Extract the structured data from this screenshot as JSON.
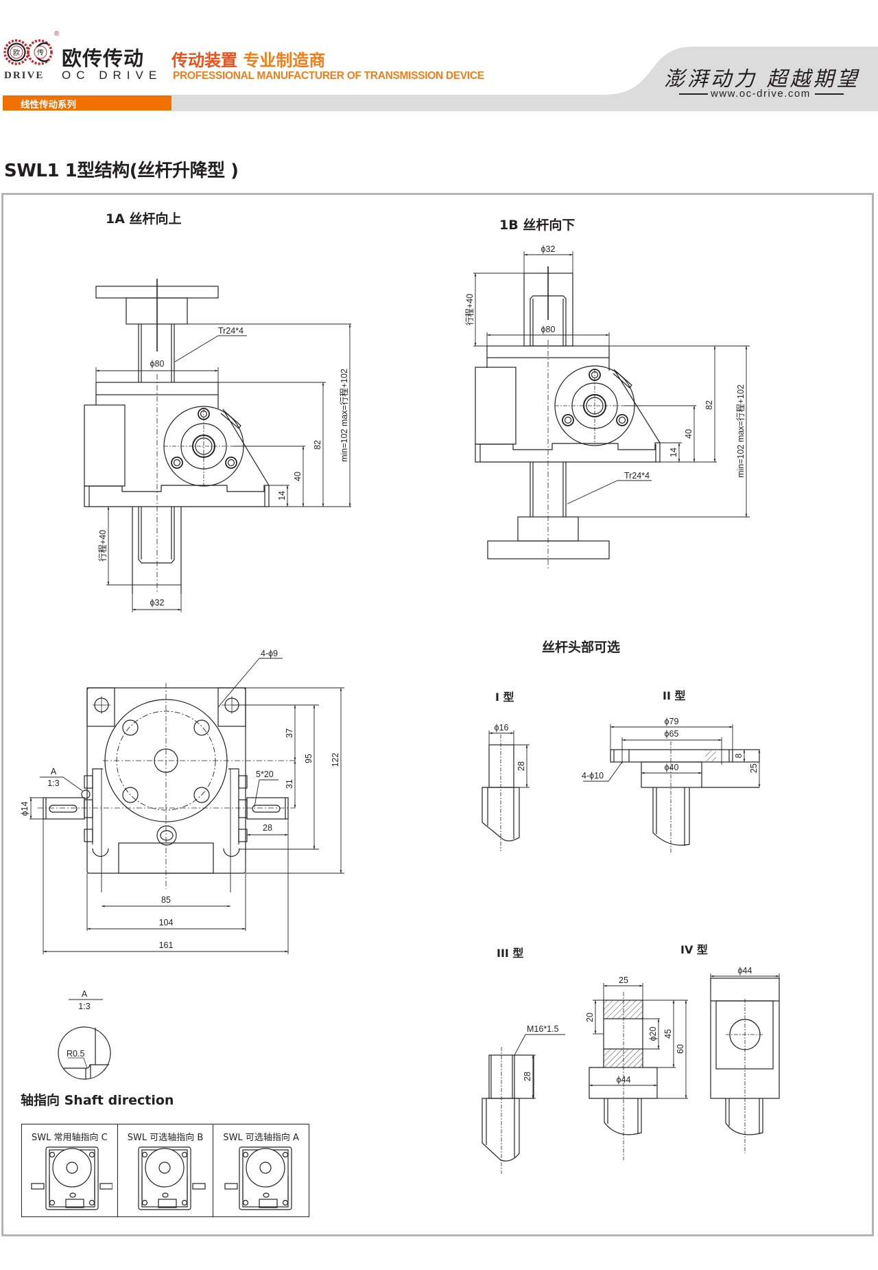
{
  "header": {
    "logo": {
      "mark_left_char": "欧",
      "mark_right_char": "传",
      "registered": "®",
      "name_cn": "欧传传动",
      "drive_word": "DRIVE",
      "name_en": "OC DRIVE"
    },
    "tagline_cn_part1": "传动装置",
    "tagline_cn_part2": " 专业制造商",
    "tagline_en": "PROFESSIONAL MANUFACTURER OF TRANSMISSION DEVICE",
    "series_label": "线性传动系列",
    "slogan": "澎湃动力 超越期望",
    "website": "www.oc-drive.com",
    "colors": {
      "brand_orange": "#f07000",
      "tagline_red_orange": "#e8511a",
      "band_gray": "#dcdcdc",
      "frame_gray": "#b3b3b3",
      "logo_red": "#c1272d"
    }
  },
  "page_title": "SWL1 1型结构(丝杆升降型 )",
  "view_1a": {
    "title": "1A 丝杆向上",
    "labels": {
      "thread": "Tr24*4",
      "phi80": "ϕ80",
      "dim82": "82",
      "dim40": "40",
      "dim14": "14",
      "dim_total": "min=102 max=行程+102",
      "stroke": "行程+40",
      "phi32": "ϕ32"
    }
  },
  "view_1b": {
    "title": "1B 丝杆向下",
    "labels": {
      "phi32": "ϕ32",
      "stroke": "行程+40",
      "phi80": "ϕ80",
      "dim82": "82",
      "dim40": "40",
      "dim14": "14",
      "dim_total": "min=102 max=行程+102",
      "thread": "Tr24*4"
    }
  },
  "top_view": {
    "labels": {
      "holes": "4-ϕ9",
      "dim37": "37",
      "dim95": "95",
      "dim122": "122",
      "dim31": "31",
      "key": "5*20",
      "detail_a": "A",
      "detail_scale": "1:3",
      "phi14": "ϕ14",
      "dim28": "28",
      "dim85": "85",
      "dim104": "104",
      "dim161": "161"
    }
  },
  "detail_a": {
    "label": "A",
    "scale": "1:3",
    "radius": "R0.5"
  },
  "screw_heads": {
    "title": "丝杆头部可选",
    "type_i": {
      "title": "I 型",
      "phi": "ϕ16",
      "length": "28"
    },
    "type_ii": {
      "title": "II 型",
      "phi79": "ϕ79",
      "phi65": "ϕ65",
      "phi40": "ϕ40",
      "holes": "4-ϕ10",
      "dim8": "8",
      "dim25": "25"
    },
    "type_iii": {
      "title": "III 型",
      "thread": "M16*1.5",
      "length": "28"
    },
    "type_iv": {
      "title": "IV 型",
      "dim25": "25",
      "dim20": "20",
      "phi20": "ϕ20",
      "dim45": "45",
      "dim60": "60",
      "phi44_front": "ϕ44",
      "phi44_side": "ϕ44"
    }
  },
  "shaft_direction": {
    "title": "轴指向  Shaft direction",
    "options": [
      {
        "label": "SWL 常用轴指向 C",
        "shaft": "both"
      },
      {
        "label": "SWL 可选轴指向 B",
        "shaft": "right"
      },
      {
        "label": "SWL 可选轴指向 A",
        "shaft": "left"
      }
    ]
  }
}
